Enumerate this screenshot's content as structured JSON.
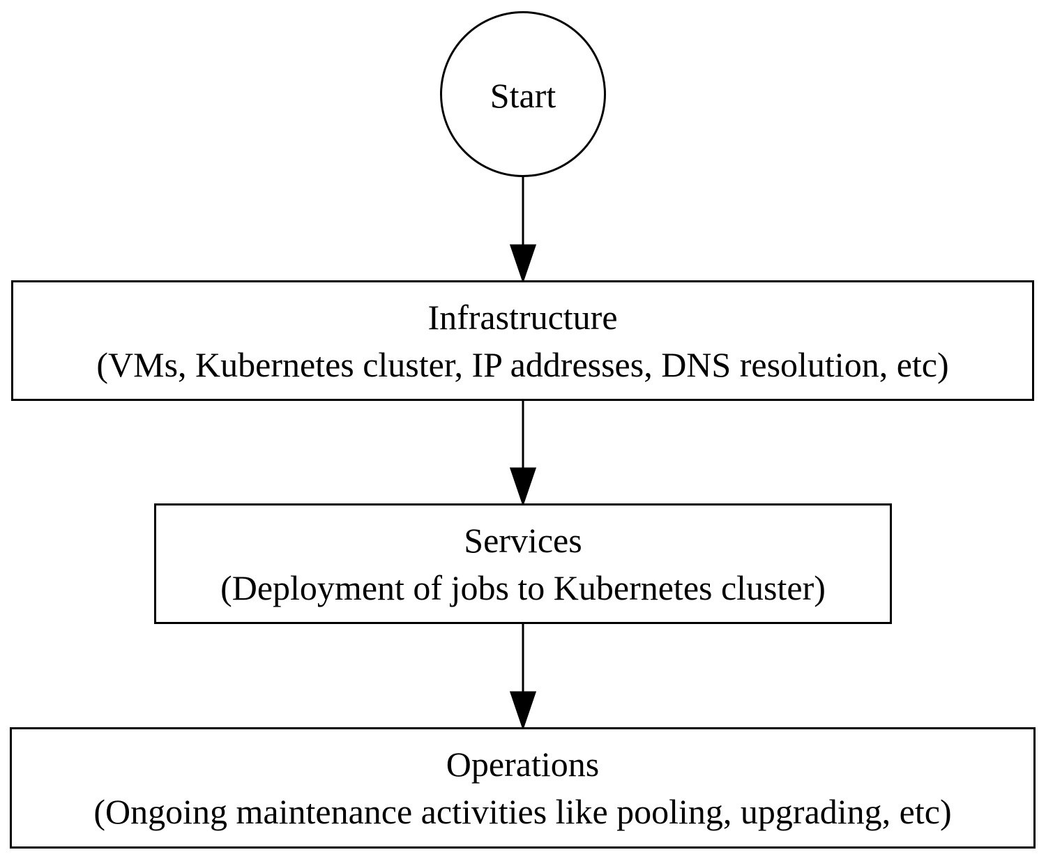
{
  "diagram": {
    "nodes": {
      "start": {
        "title": "Start"
      },
      "infrastructure": {
        "title": "Infrastructure",
        "description": "(VMs, Kubernetes cluster, IP addresses, DNS resolution, etc)"
      },
      "services": {
        "title": "Services",
        "description": "(Deployment of jobs to Kubernetes cluster)"
      },
      "operations": {
        "title": "Operations",
        "description": "(Ongoing maintenance activities like pooling, upgrading, etc)"
      }
    },
    "edges": [
      {
        "from": "start",
        "to": "infrastructure"
      },
      {
        "from": "infrastructure",
        "to": "services"
      },
      {
        "from": "services",
        "to": "operations"
      }
    ]
  }
}
